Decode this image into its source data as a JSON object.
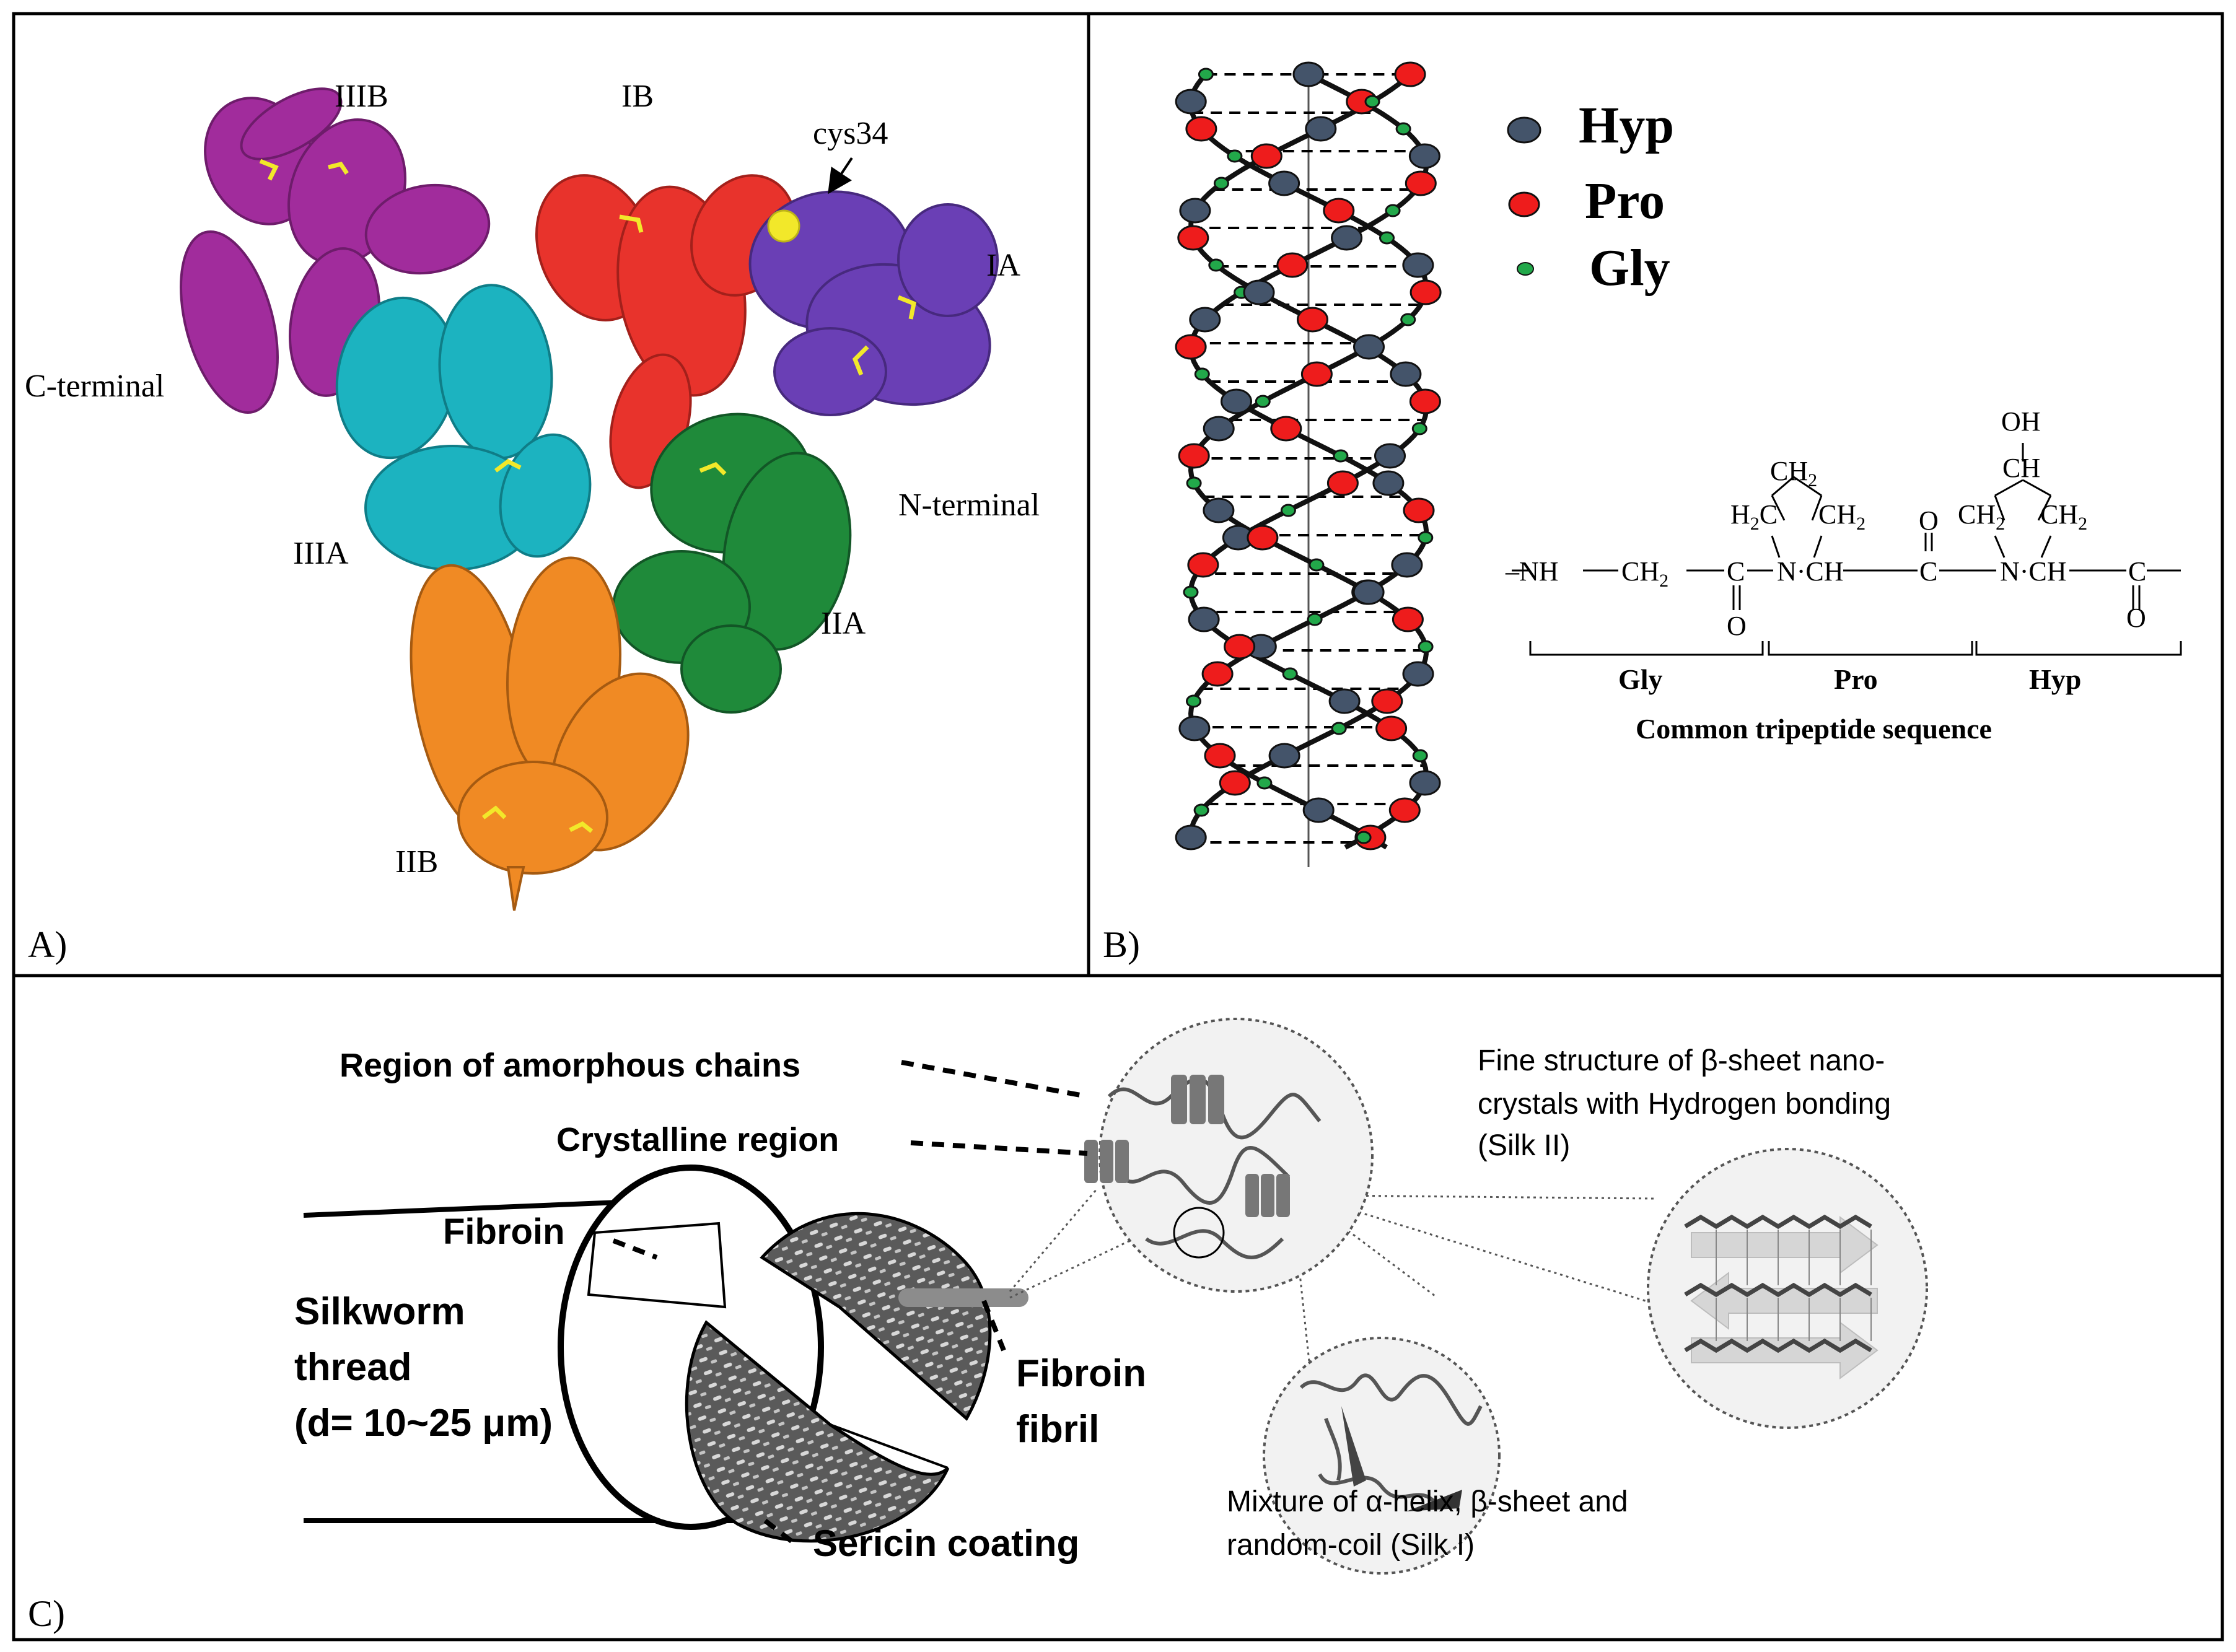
{
  "panels": {
    "a": {
      "label": "A)",
      "domains": {
        "IIIB": "IIIB",
        "IB": "IB",
        "IA": "IA",
        "IIIA": "IIIA",
        "IIA": "IIA",
        "IIB": "IIB"
      },
      "cys34": "cys34",
      "c_terminal": "C-terminal",
      "n_terminal": "N-terminal",
      "colors": {
        "IA": "#6a3fb5",
        "IB": "#e8332c",
        "IIA": "#1f8a3a",
        "IIB": "#f08a24",
        "IIIA": "#1cb3c0",
        "IIIB": "#a12c9c",
        "cys": "#f2e82a"
      }
    },
    "b": {
      "label": "B)",
      "legend": [
        {
          "name": "Hyp",
          "color": "#44546a"
        },
        {
          "name": "Pro",
          "color": "#ee1c1c"
        },
        {
          "name": "Gly",
          "color": "#22a84a"
        }
      ],
      "chemistry": {
        "oh": "OH",
        "ch2_top": "CH",
        "ch_top": "CH",
        "chain": [
          "–NH",
          "CH",
          "C",
          "N",
          "CH",
          "C",
          "N",
          "CH",
          "C"
        ],
        "o": "O",
        "groups": [
          "Gly",
          "Pro",
          "Hyp"
        ],
        "caption": "Common tripeptide sequence"
      }
    },
    "c": {
      "label": "C)",
      "region_amorphous": "Region of amorphous chains",
      "crystalline": "Crystalline region",
      "fibroin": "Fibroin",
      "silkworm_1": "Silkworm",
      "silkworm_2": "thread",
      "silkworm_3": "(d= 10~25 μm)",
      "fibroin_fibril_1": "Fibroin",
      "fibroin_fibril_2": "fibril",
      "sericin": "Sericin coating",
      "fine_1": "Fine structure of β-sheet nano-",
      "fine_2": "crystals with Hydrogen bonding",
      "fine_3": "(Silk II)",
      "mix_1": "Mixture of α-helix, β-sheet and",
      "mix_2": "random-coil (Silk I)"
    }
  }
}
